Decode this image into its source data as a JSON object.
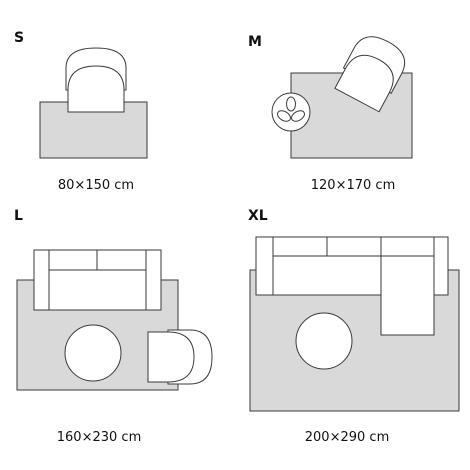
{
  "panels": [
    {
      "size": "S",
      "dimensions": "80×150 cm"
    },
    {
      "size": "M",
      "dimensions": "120×170 cm"
    },
    {
      "size": "L",
      "dimensions": "160×230 cm"
    },
    {
      "size": "XL",
      "dimensions": "200×290 cm"
    }
  ],
  "colors": {
    "rug_fill": "#d9d9d9",
    "outline": "#3a3a3a",
    "furniture_fill": "#ffffff"
  },
  "icons": [
    "armchair-icon",
    "plant-icon",
    "sofa-icon",
    "coffee-table-icon",
    "chaise-sofa-icon"
  ]
}
